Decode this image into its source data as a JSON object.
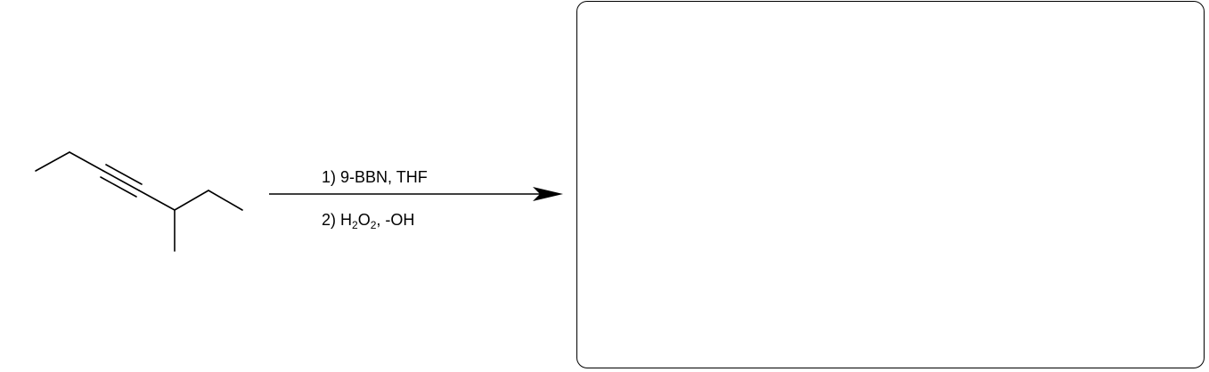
{
  "reaction": {
    "reagent_step1": "1) 9-BBN, THF",
    "reagent_step2_prefix": "2) H",
    "reagent_step2_sub1": "2",
    "reagent_step2_mid": "O",
    "reagent_step2_sub2": "2",
    "reagent_step2_suffix": ", -OH"
  },
  "colors": {
    "stroke": "#000000",
    "background": "#ffffff"
  }
}
